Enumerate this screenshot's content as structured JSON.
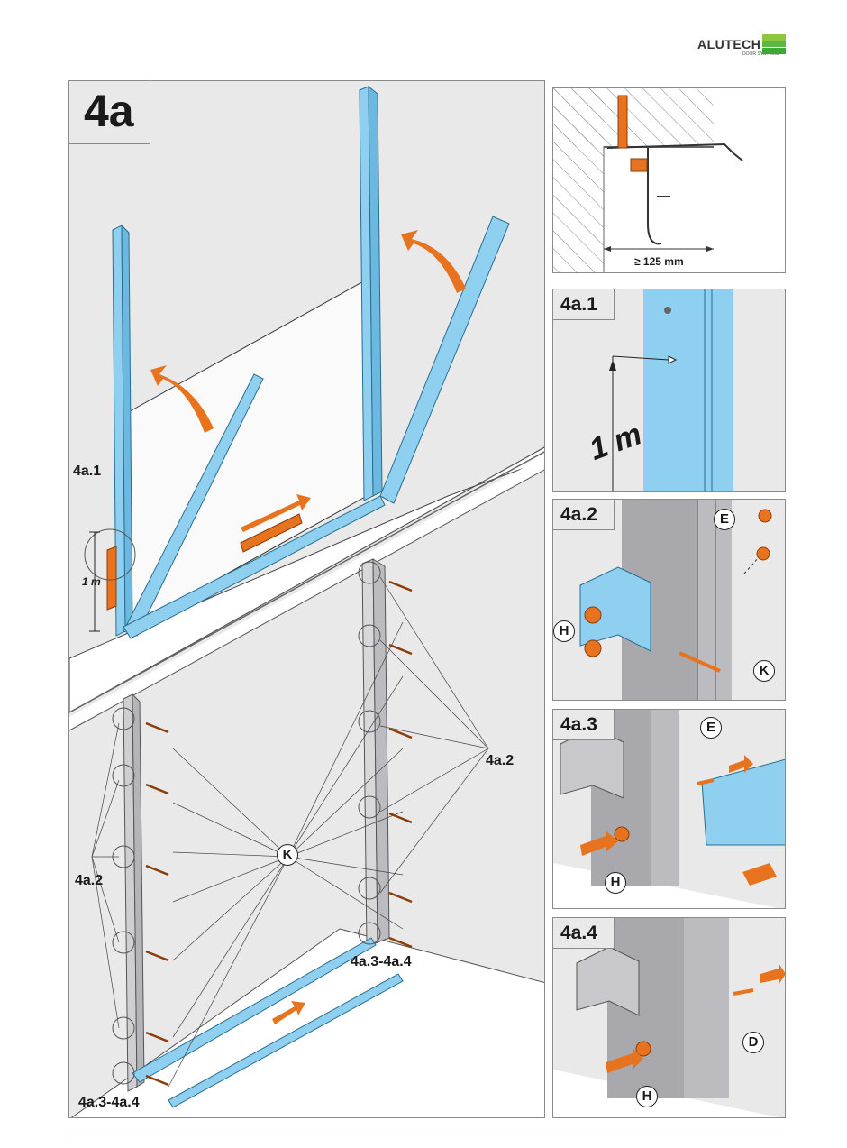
{
  "brand": {
    "name": "ALUTECH",
    "tagline": "DOOR SYSTEMS",
    "colors": {
      "green_top": "#8dc63f",
      "green_bottom": "#3aa935"
    }
  },
  "main": {
    "step_title": "4a",
    "label_4a1": "4a.1",
    "label_1m": "1 m",
    "label_4a2_left": "4a.2",
    "label_4a2_right": "4a.2",
    "label_k": "K",
    "label_range_left": "4a.3-4a.4",
    "label_range_right": "4a.3-4a.4"
  },
  "detail_top": {
    "dimension": "≥ 125 mm"
  },
  "detail_4a1": {
    "title": "4a.1",
    "measure": "1 m"
  },
  "detail_4a2": {
    "title": "4a.2",
    "e": "E",
    "h": "H",
    "k": "K"
  },
  "detail_4a3": {
    "title": "4a.3",
    "e": "E",
    "h": "H"
  },
  "detail_4a4": {
    "title": "4a.4",
    "d": "D",
    "h": "H"
  },
  "colors": {
    "rail_blue": "#8fd0f0",
    "accent_orange": "#e8731f",
    "panel_gray": "#e9e9e9"
  }
}
